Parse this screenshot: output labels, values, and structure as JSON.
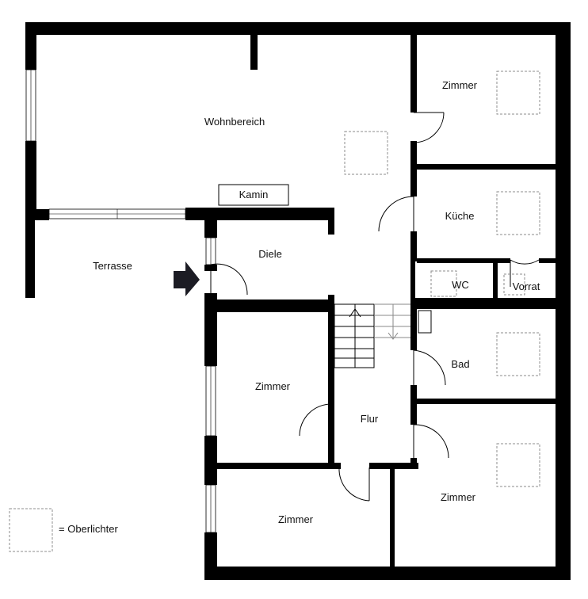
{
  "rooms": {
    "wohnbereich": "Wohnbereich",
    "zimmer_ne": "Zimmer",
    "kueche": "Küche",
    "kamin": "Kamin",
    "terrasse": "Terrasse",
    "diele": "Diele",
    "wc": "WC",
    "vorrat": "Vorrat",
    "bad": "Bad",
    "zimmer_w": "Zimmer",
    "flur": "Flur",
    "zimmer_se": "Zimmer",
    "zimmer_s": "Zimmer"
  },
  "legend": {
    "label": "= Oberlichter"
  },
  "colors": {
    "wall": "#000000",
    "skylight": "#8c8c8c",
    "entrance_arrow": "#1c1c24"
  }
}
